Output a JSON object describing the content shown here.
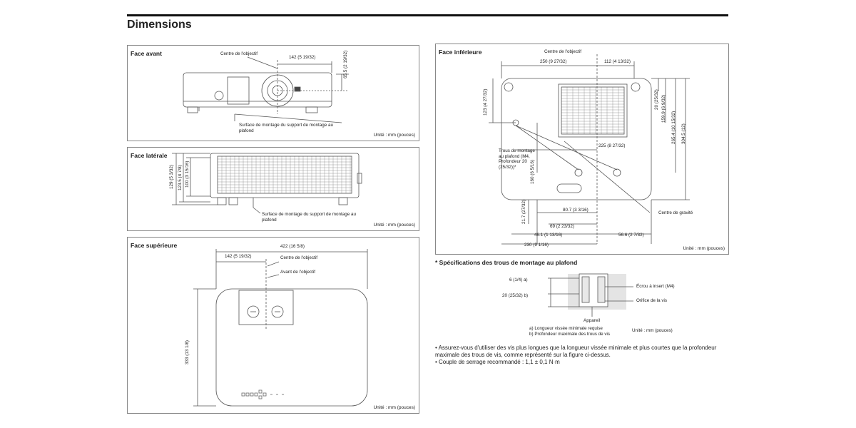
{
  "header": {
    "title": "Dimensions"
  },
  "panels": {
    "front": {
      "title": "Face avant",
      "lens_center": "Centre de l'objectif",
      "width_dim": "142 (5 19/32)",
      "height_dim": "65.5 (2 19/32)",
      "mount_surface": "Surface de montage du support de montage au plafond",
      "unit": "Unité : mm (pouces)"
    },
    "side": {
      "title": "Face latérale",
      "height_total": "129 (5 3/32)",
      "height_body": "123.5 (4 7/8)",
      "height_inner": "100 (3 15/16)",
      "mount_surface": "Surface de montage du support de montage au plafond",
      "unit": "Unité : mm (pouces)"
    },
    "top": {
      "title": "Face supérieure",
      "width_total": "422 (16 5/8)",
      "lens_offset": "142 (5 19/32)",
      "lens_center": "Centre de l'objectif",
      "lens_front": "Avant de l'objectif",
      "depth": "333 (13 1/8)",
      "unit": "Unité : mm (pouces)"
    },
    "bottom": {
      "title": "Face inférieure",
      "lens_center": "Centre de l'objectif",
      "dim_250": "250 (9 27/32)",
      "dim_112": "112 (4 13/32)",
      "dim_123": "123 (4 27/32)",
      "dim_20": "20 (25/32)",
      "dim_159": "159.9 (6 9/32)",
      "dim_265": "265.4 (10 15/32)",
      "dim_304": "304.5 (12)",
      "dim_225": "225 (8 27/32)",
      "dim_160": "160 (6 5/16)",
      "holes_label": "Trous de montage au plafond (M4, Profondeur 20 (25/32))*",
      "gravity": "Centre de gravité",
      "dim_21": "21.7 (27/32)",
      "dim_80": "80.7 (3 3/16)",
      "dim_69": "69 (2 23/32)",
      "dim_46": "46.1 (1 13/16)",
      "dim_56": "56.6 (2 7/32)",
      "dim_230": "230 (9 1/16)",
      "unit": "Unité : mm (pouces)"
    }
  },
  "spec": {
    "title": "* Spécifications des trous de montage au plafond",
    "dim_a": "6 (1/4) a)",
    "dim_b": "20 (25/32) b)",
    "insert_nut": "Écrou à insert (M4)",
    "screw_hole": "Orifice de la vis",
    "device": "Appareil",
    "note_a": "a) Longueur vissée minimale requise",
    "note_b": "b) Profondeur maximale des trous de vis",
    "unit": "Unité : mm (pouces)"
  },
  "notes": [
    "• Assurez-vous d'utiliser des vis plus longues que la longueur vissée minimale et plus courtes que la profondeur maximale des trous de vis, comme représenté sur la figure ci-dessus.",
    "• Couple de serrage recommandé : 1,1 ± 0,1 N·m"
  ]
}
